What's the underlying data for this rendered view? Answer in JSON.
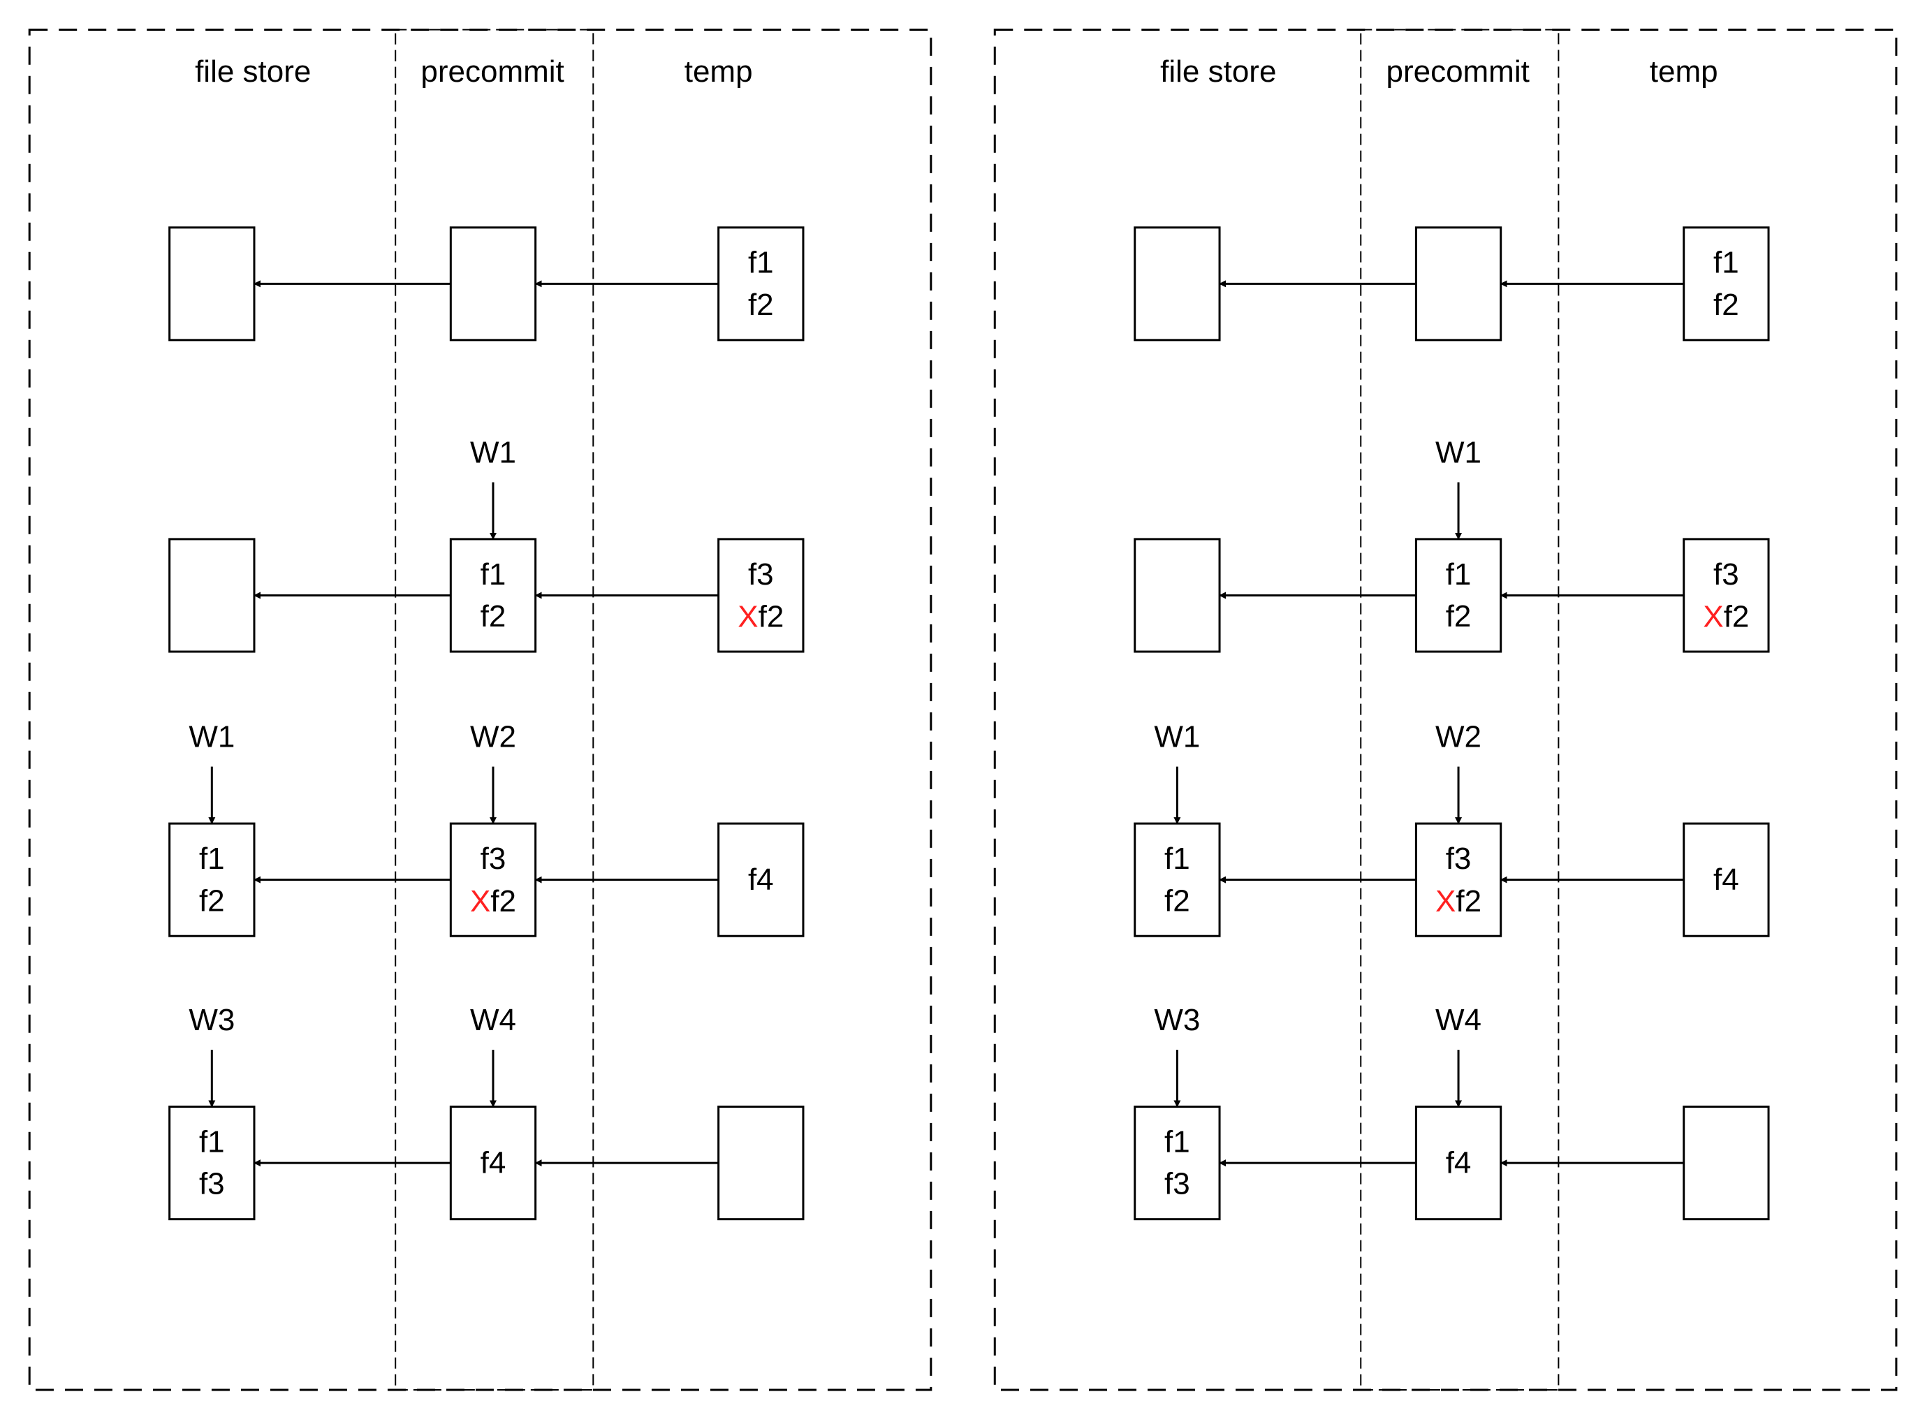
{
  "colors": {
    "stroke": "#000000",
    "red_x": "#ff2020",
    "background": "#ffffff"
  },
  "panels": [
    {
      "headers": [
        "file store",
        "precommit",
        "temp"
      ],
      "rows": [
        {
          "file_store": {
            "lines": []
          },
          "precommit": {
            "lines": []
          },
          "temp": {
            "lines": [
              "f1",
              "f2"
            ]
          },
          "w_file_store": "",
          "w_precommit": ""
        },
        {
          "file_store": {
            "lines": []
          },
          "precommit": {
            "lines": [
              "f1",
              "f2"
            ]
          },
          "temp": {
            "lines": [
              "f3",
              "Xf2"
            ]
          },
          "w_file_store": "",
          "w_precommit": "W1"
        },
        {
          "file_store": {
            "lines": [
              "f1",
              "f2"
            ]
          },
          "precommit": {
            "lines": [
              "f3",
              "Xf2"
            ]
          },
          "temp": {
            "lines": [
              "f4"
            ]
          },
          "w_file_store": "W1",
          "w_precommit": "W2"
        },
        {
          "file_store": {
            "lines": [
              "f1",
              "f3"
            ]
          },
          "precommit": {
            "lines": [
              "f4"
            ]
          },
          "temp": {
            "lines": []
          },
          "w_file_store": "W3",
          "w_precommit": "W4"
        }
      ]
    },
    {
      "headers": [
        "file store",
        "precommit",
        "temp"
      ],
      "rows": [
        {
          "file_store": {
            "lines": []
          },
          "precommit": {
            "lines": []
          },
          "temp": {
            "lines": [
              "f1",
              "f2"
            ]
          },
          "w_file_store": "",
          "w_precommit": ""
        },
        {
          "file_store": {
            "lines": []
          },
          "precommit": {
            "lines": [
              "f1",
              "f2"
            ]
          },
          "temp": {
            "lines": [
              "f3",
              "Xf2"
            ]
          },
          "w_file_store": "",
          "w_precommit": "W1"
        },
        {
          "file_store": {
            "lines": [
              "f1",
              "f2"
            ]
          },
          "precommit": {
            "lines": [
              "f3",
              "Xf2"
            ]
          },
          "temp": {
            "lines": [
              "f4"
            ]
          },
          "w_file_store": "W1",
          "w_precommit": "W2"
        },
        {
          "file_store": {
            "lines": [
              "f1",
              "f3"
            ]
          },
          "precommit": {
            "lines": [
              "f4"
            ]
          },
          "temp": {
            "lines": []
          },
          "w_file_store": "W3",
          "w_precommit": "W4"
        }
      ]
    }
  ]
}
